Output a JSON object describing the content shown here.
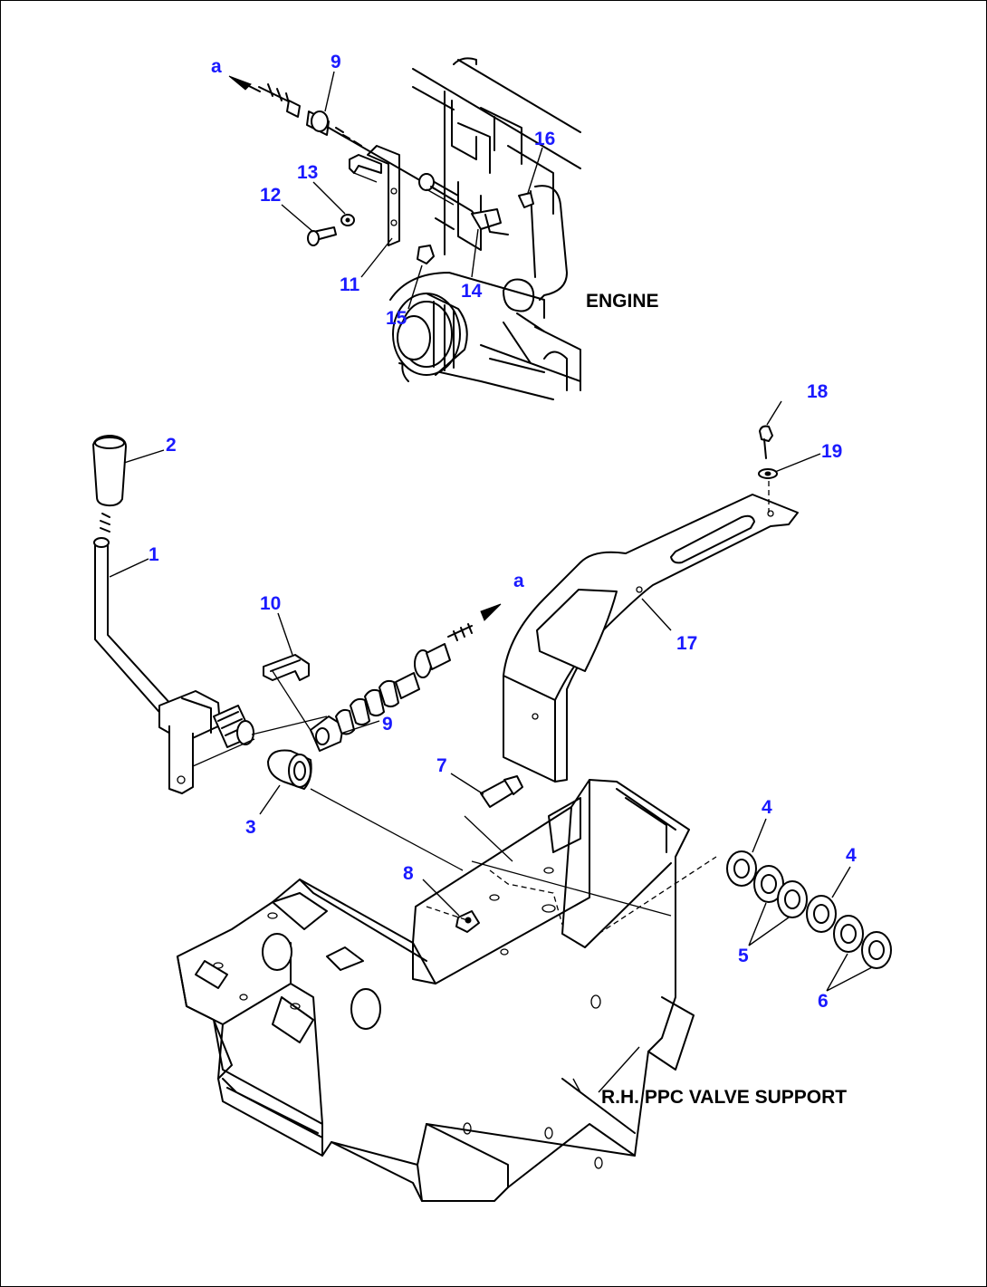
{
  "diagram": {
    "part_numbers": [
      "1",
      "2",
      "3",
      "4",
      "4",
      "5",
      "6",
      "7",
      "8",
      "9",
      "9",
      "10",
      "11",
      "12",
      "13",
      "14",
      "15",
      "16",
      "17",
      "18",
      "19"
    ],
    "connection_marks": [
      "a",
      "a"
    ],
    "labels": {
      "engine": "ENGINE",
      "support": "R.H. PPC VALVE SUPPORT"
    }
  },
  "colors": {
    "callout": "#1a1aff",
    "linework": "#000000",
    "background": "#ffffff"
  }
}
